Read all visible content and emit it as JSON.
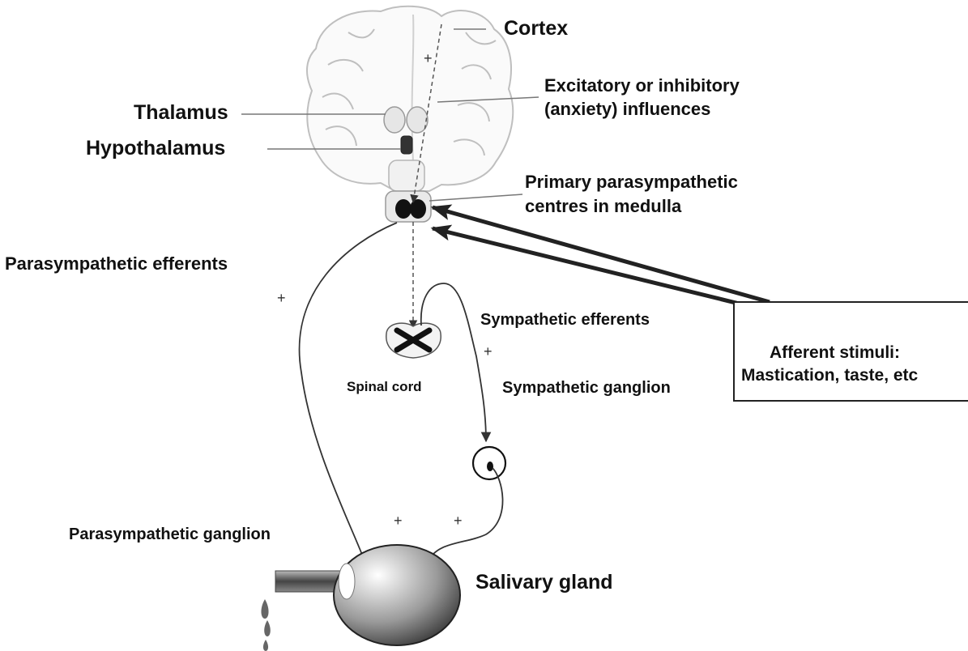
{
  "labels": {
    "cortex": "Cortex",
    "influences_line1": "Excitatory or inhibitory",
    "influences_line2": "(anxiety) influences",
    "thalamus": "Thalamus",
    "hypothalamus": "Hypothalamus",
    "medulla_line1": "Primary parasympathetic",
    "medulla_line2": "centres in medulla",
    "parasympathetic_efferents": "Parasympathetic efferents",
    "sympathetic_efferents": "Sympathetic efferents",
    "spinal_cord": "Spinal cord",
    "sympathetic_ganglion": "Sympathetic ganglion",
    "parasympathetic_ganglion": "Parasympathetic ganglion",
    "salivary_gland": "Salivary gland",
    "afferent_line1": "Afferent stimuli:",
    "afferent_line2": "Mastication, taste, etc"
  },
  "signs": {
    "plus": "+"
  }
}
